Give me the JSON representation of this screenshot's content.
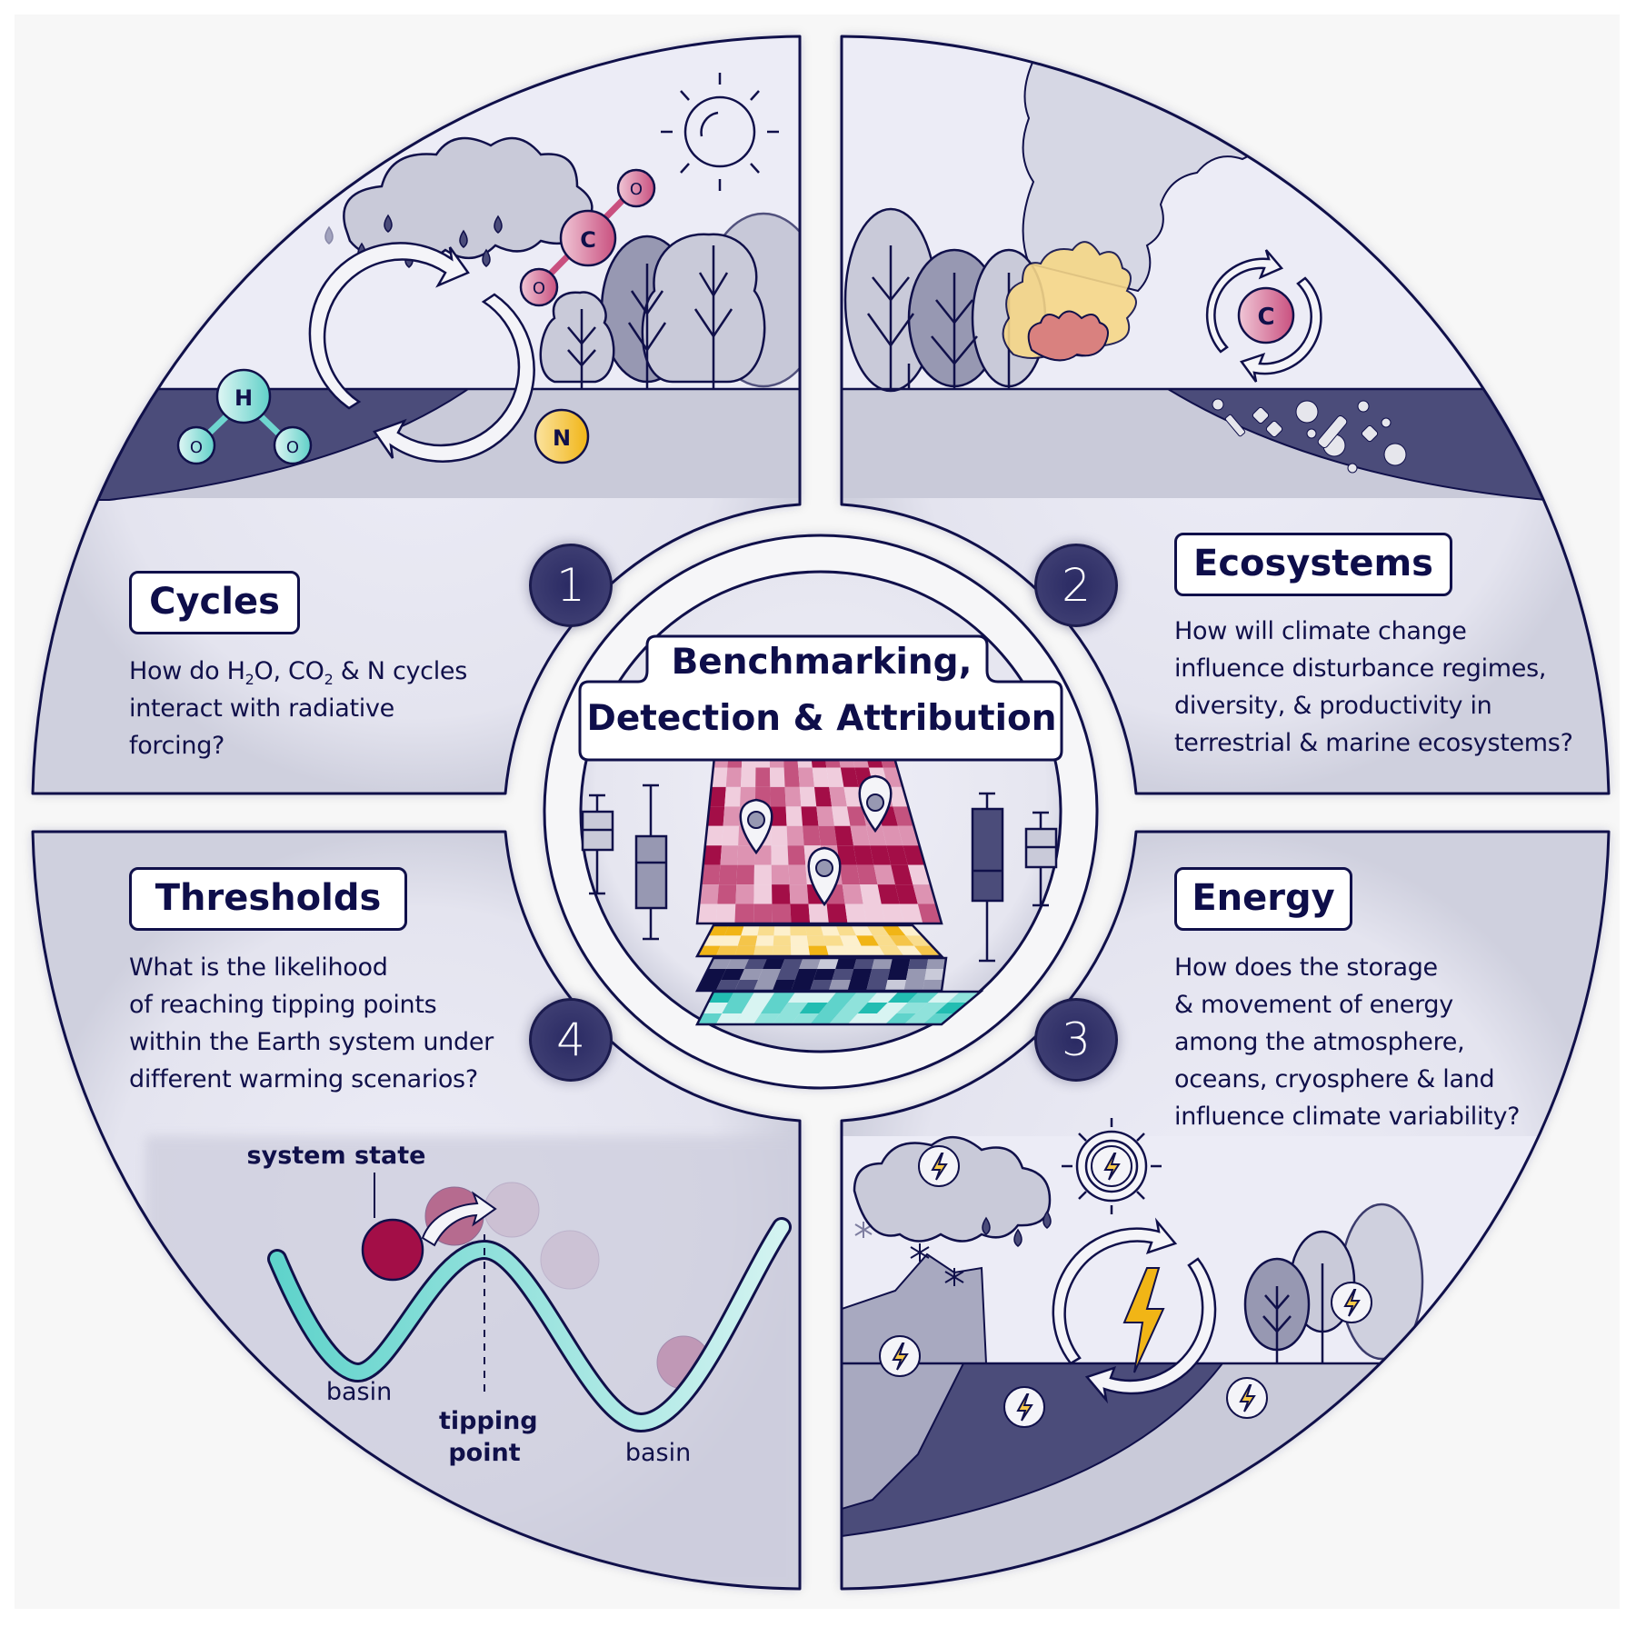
{
  "center": {
    "title_line1": "Benchmarking,",
    "title_line2": "Detection & Attribution",
    "icons": [
      "box-plot-icon",
      "map-layers-icon",
      "location-pin-icon"
    ]
  },
  "quadrants": [
    {
      "number": "1",
      "title": "Cycles",
      "question_parts": [
        "How do H",
        "2",
        "O, CO",
        "2",
        " & N cycles interact with radiative forcing?"
      ],
      "question_lines": [
        "How do H₂O, CO₂ & N cycles",
        "interact with radiative",
        "forcing?"
      ],
      "molecules": [
        "H",
        "O",
        "O",
        "C",
        "O",
        "O",
        "N"
      ],
      "icons": [
        "cloud-icon",
        "rain-icon",
        "sun-icon",
        "cycle-arrows-icon",
        "water-molecule-icon",
        "co2-molecule-icon",
        "nitrogen-icon",
        "tree-icon"
      ]
    },
    {
      "number": "2",
      "title": "Ecosystems",
      "question_lines": [
        "How will climate change",
        "influence disturbance regimes,",
        "diversity, & productivity in",
        "terrestrial & marine ecosystems?"
      ],
      "molecules": [
        "C"
      ],
      "icons": [
        "smoke-icon",
        "fire-icon",
        "tree-icon",
        "carbon-cycle-icon",
        "marine-plankton-icon"
      ]
    },
    {
      "number": "3",
      "title": "Energy",
      "question_lines": [
        "How does the storage",
        "& movement of energy",
        "among the atmosphere,",
        "oceans, cryosphere & land",
        "influence climate variability?"
      ],
      "icons": [
        "cloud-icon",
        "sun-icon",
        "snowflake-icon",
        "rain-icon",
        "energy-bolt-icon",
        "cycle-arrows-icon",
        "glacier-icon",
        "tree-icon"
      ]
    },
    {
      "number": "4",
      "title": "Thresholds",
      "question_lines": [
        "What is the likelihood",
        "of reaching tipping points",
        "within the Earth system under",
        "different warming scenarios?"
      ],
      "diagram_labels": {
        "system_state": "system state",
        "basin_left": "basin",
        "tipping_point_line1": "tipping",
        "tipping_point_line2": "point",
        "basin_right": "basin"
      }
    }
  ],
  "colors": {
    "navy": "#10104a",
    "panel": "#e9e9f3",
    "panel_shade": "#cdcddd",
    "water": "#4b4c7a",
    "teal": "#6fd6cf",
    "pink": "#cc5f8a",
    "crimson": "#a30e47",
    "yellow": "#f1b516",
    "background": "#f7f7f7"
  }
}
